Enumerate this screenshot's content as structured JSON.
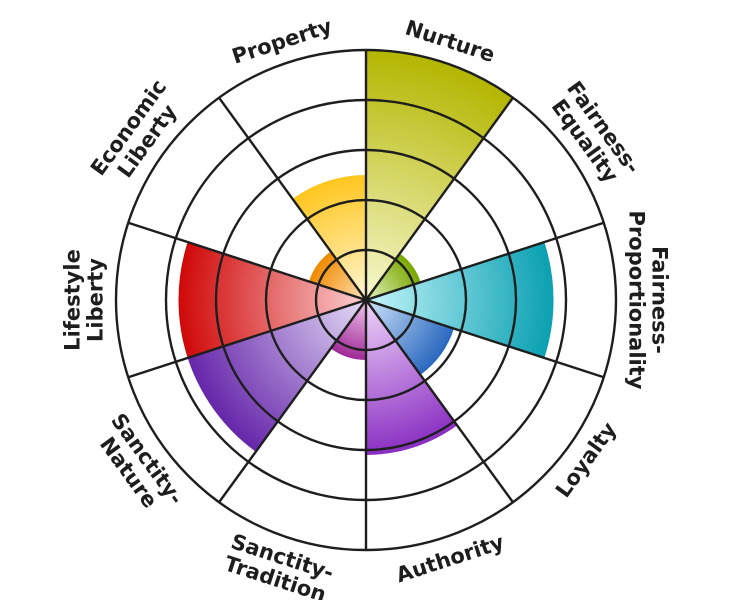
{
  "chart_data": {
    "type": "polar-bar",
    "title": "",
    "radial_range": [
      0,
      5
    ],
    "rings": [
      1,
      2,
      3,
      4,
      5
    ],
    "grid": true,
    "legend": "none",
    "categories": [
      {
        "name": "Nurture",
        "lines": [
          "Nurture"
        ],
        "value": 5.0,
        "color": "#b3b600",
        "light": "#f8f8d0"
      },
      {
        "name": "Fairness-Equality",
        "lines": [
          "Fairness-",
          "Equality"
        ],
        "value": 1.15,
        "color": "#78a800",
        "light": "#e6f3c0"
      },
      {
        "name": "Fairness-Proportionality",
        "lines": [
          "Fairness-",
          "Proportionality"
        ],
        "value": 3.75,
        "color": "#0aa0b2",
        "light": "#c4f6fa"
      },
      {
        "name": "Loyalty",
        "lines": [
          "Loyalty"
        ],
        "value": 1.85,
        "color": "#2a68bf",
        "light": "#cfe4fa"
      },
      {
        "name": "Authority",
        "lines": [
          "Authority"
        ],
        "value": 3.1,
        "color": "#8a2fc2",
        "light": "#f0d6fa"
      },
      {
        "name": "Sanctity-Tradition",
        "lines": [
          "Sanctity-",
          "Tradition"
        ],
        "value": 1.2,
        "color": "#a02a98",
        "light": "#f3c8ee"
      },
      {
        "name": "Sanctity-Nature",
        "lines": [
          "Sanctity-",
          "Nature"
        ],
        "value": 3.75,
        "color": "#6626aa",
        "light": "#e4dcf6"
      },
      {
        "name": "Lifestyle Liberty",
        "lines": [
          "Lifestyle",
          "Liberty"
        ],
        "value": 3.75,
        "color": "#d00808",
        "light": "#fbd0d0"
      },
      {
        "name": "Economic Liberty",
        "lines": [
          "Economic",
          "Liberty"
        ],
        "value": 1.2,
        "color": "#f08a00",
        "light": "#ffe3b8"
      },
      {
        "name": "Property",
        "lines": [
          "Property"
        ],
        "value": 2.5,
        "color": "#ffc61e",
        "light": "#fff6d2"
      }
    ]
  }
}
